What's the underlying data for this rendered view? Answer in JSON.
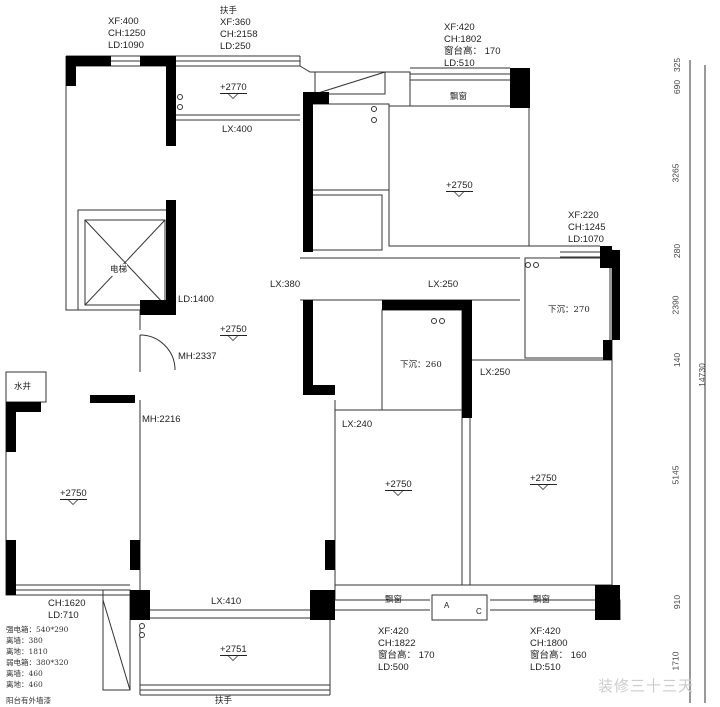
{
  "windows": {
    "w1": [
      "XF:400",
      "CH:1250",
      "LD:1090"
    ],
    "w2_title": "扶手",
    "w2": [
      "XF:360",
      "CH:2158",
      "LD:250"
    ],
    "w3": [
      "XF:420",
      "CH:1802",
      "窗台高： 170",
      "LD:510"
    ],
    "w4": [
      "XF:220",
      "CH:1245",
      "LD:1070"
    ],
    "w5": [
      "CH:1620",
      "LD:710"
    ],
    "w6": [
      "XF:420",
      "CH:1822",
      "窗台高： 170",
      "LD:500"
    ],
    "w7": [
      "XF:420",
      "CH:1800",
      "窗台高： 160",
      "LD:510"
    ]
  },
  "levels": [
    "+2770",
    "+2750",
    "+2750",
    "+2750",
    "+2750",
    "+2750",
    "+2751"
  ],
  "labels": {
    "bay1": "飘窗",
    "bay2": "飘窗",
    "bay3": "飘窗",
    "elevator": "电梯",
    "well": "水井",
    "sunk1": "下沉：270",
    "sunk2": "下沉：260",
    "handrail_bottom": "扶手",
    "ac_a": "A",
    "ac_c": "C"
  },
  "beams": {
    "lx400": "LX:400",
    "lx380": "LX:380",
    "lx250a": "LX:250",
    "lx250b": "LX:250",
    "lx240": "LX:240",
    "lx410": "LX:410",
    "ld1400": "LD:1400",
    "mh2337": "MH:2337",
    "mh2216": "MH:2216"
  },
  "notes": [
    "强电箱：540*290",
    "离墙：380",
    "离地：1810",
    "弱电箱：380*320",
    "离墙：460",
    "离地：460",
    "阳台有外墙漆"
  ],
  "dimensions": [
    "325",
    "690",
    "3265",
    "280",
    "2390",
    "140",
    "5145",
    "910",
    "1710"
  ],
  "total_dimension": "14730",
  "watermark": "装修三十三天"
}
